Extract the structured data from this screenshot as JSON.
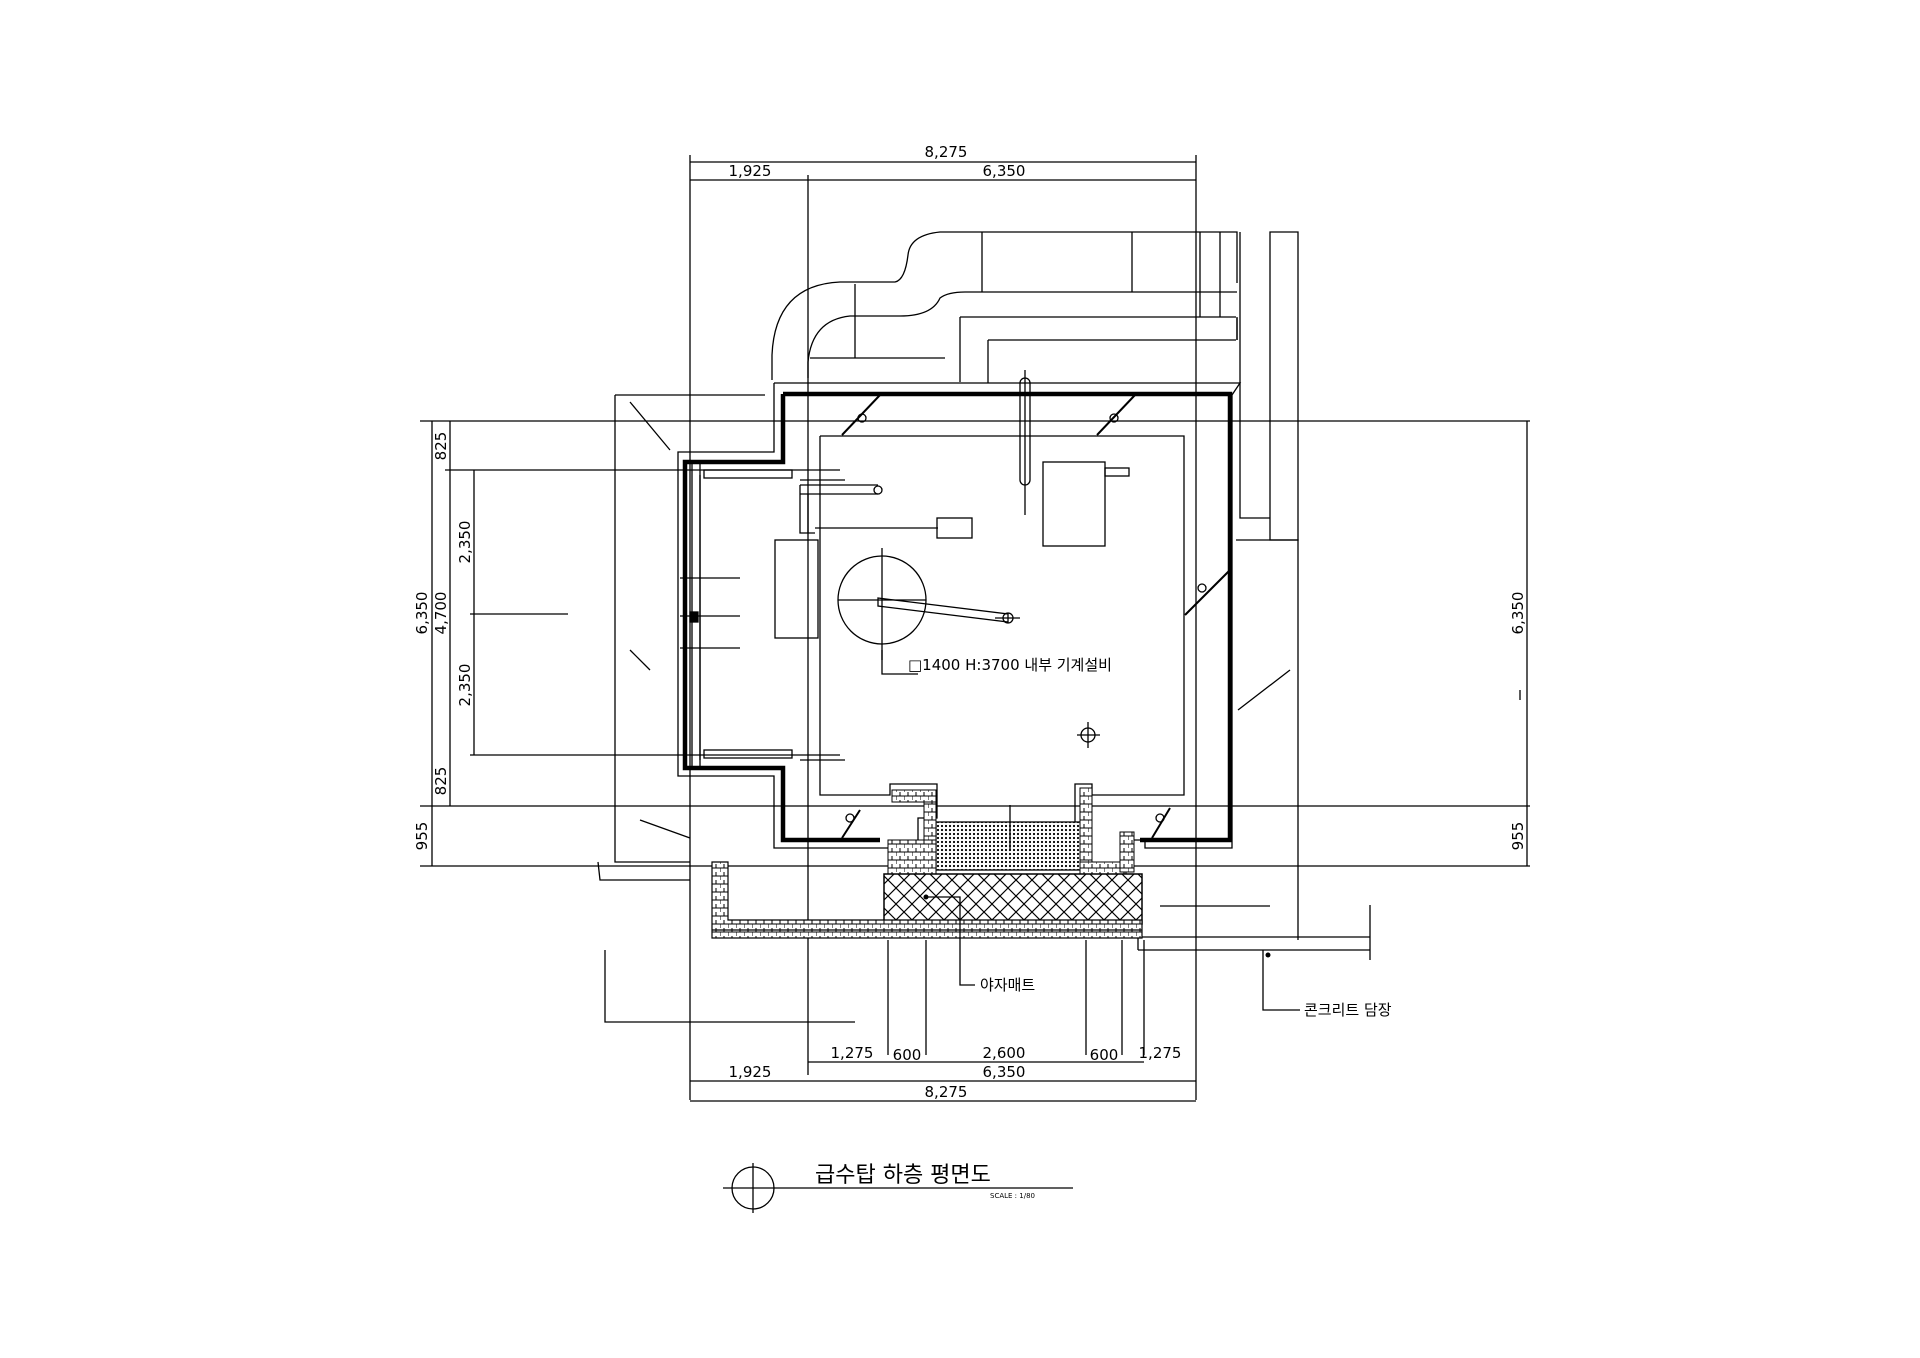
{
  "drawing": {
    "title": "급수탑 하층 평면도",
    "scale_text": "SCALE : 1/80"
  },
  "labels": {
    "equipment": "□1400 H:3700 내부 기계설비",
    "mat": "야자매트",
    "concrete_wall": "콘크리트 담장"
  },
  "dimensions": {
    "top_total": "8,275",
    "top_left": "1,925",
    "top_right": "6,350",
    "bottom_total": "8,275",
    "bottom_left": "1,925",
    "bottom_right": "6,350",
    "bottom_seg_1": "1,275",
    "bottom_seg_2": "600",
    "bottom_seg_3": "2,600",
    "bottom_seg_4": "600",
    "bottom_seg_5": "1,275",
    "left_total": "6,350",
    "left_inner": "4,700",
    "left_top": "825",
    "left_mid_top": "2,350",
    "left_mid_bottom": "2,350",
    "left_bottom": "825",
    "left_extra": "955",
    "right_total": "6,350",
    "right_extra": "955"
  }
}
